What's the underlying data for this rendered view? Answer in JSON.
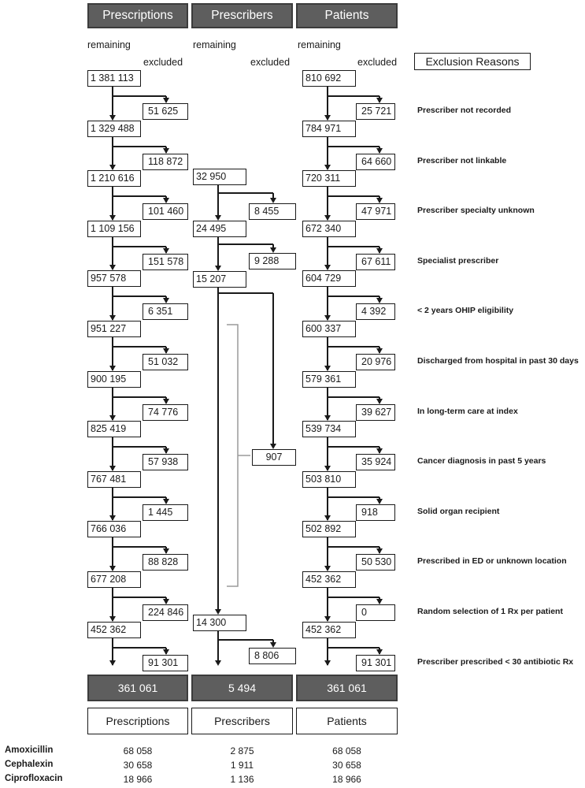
{
  "headers": [
    "Prescriptions",
    "Prescribers",
    "Patients"
  ],
  "sub_remaining": "remaining",
  "sub_excluded": "excluded",
  "exclusion_header": "Exclusion Reasons",
  "reasons": [
    "Prescriber not recorded",
    "Prescriber not linkable",
    "Prescriber specialty unknown",
    "Specialist prescriber",
    "< 2 years OHIP eligibility",
    "Discharged from hospital in past 30 days",
    "In long-term care at index",
    "Cancer diagnosis in past 5 years",
    "Solid organ recipient",
    "Prescribed in ED or unknown location",
    "Random selection of 1 Rx per patient",
    "Prescriber prescribed < 30 antibiotic Rx"
  ],
  "prescriptions": {
    "remaining": [
      "1 381 113",
      "1 329 488",
      "1 210 616",
      "1 109 156",
      "957 578",
      "951 227",
      "900 195",
      "825 419",
      "767 481",
      "766 036",
      "677 208",
      "452 362"
    ],
    "excluded": [
      "51 625",
      "118 872",
      "101 460",
      "151 578",
      "6 351",
      "51 032",
      "74 776",
      "57 938",
      "1 445",
      "88 828",
      "224 846",
      "91 301"
    ]
  },
  "prescribers": {
    "start": "32 950",
    "step1_excluded": "8 455",
    "step1_remaining": "24 495",
    "step2_excluded": "9 288",
    "step2_remaining": "15 207",
    "bracket_excluded": "907",
    "after_bracket_remaining": "14 300",
    "last_excluded": "8 806"
  },
  "patients": {
    "remaining": [
      "810 692",
      "784 971",
      "720 311",
      "672 340",
      "604 729",
      "600 337",
      "579 361",
      "539 734",
      "503 810",
      "502 892",
      "452 362",
      "452 362"
    ],
    "excluded": [
      "25 721",
      "64 660",
      "47 971",
      "67 611",
      "4 392",
      "20 976",
      "39 627",
      "35 924",
      "918",
      "50 530",
      "0",
      "91 301"
    ]
  },
  "final_counts": [
    "361 061",
    "5 494",
    "361 061"
  ],
  "final_labels": [
    "Prescriptions",
    "Prescribers",
    "Patients"
  ],
  "drugs": [
    {
      "name": "Amoxicillin",
      "values": [
        "68 058",
        "2 875",
        "68 058"
      ]
    },
    {
      "name": "Cephalexin",
      "values": [
        "30 658",
        "1 911",
        "30 658"
      ]
    },
    {
      "name": "Ciprofloxacin",
      "values": [
        "18 966",
        "1 136",
        "18 966"
      ]
    }
  ],
  "line_color": "#1a1a1a",
  "header_fill": "#5e5e5e",
  "bracket_color": "#9a9a9a"
}
